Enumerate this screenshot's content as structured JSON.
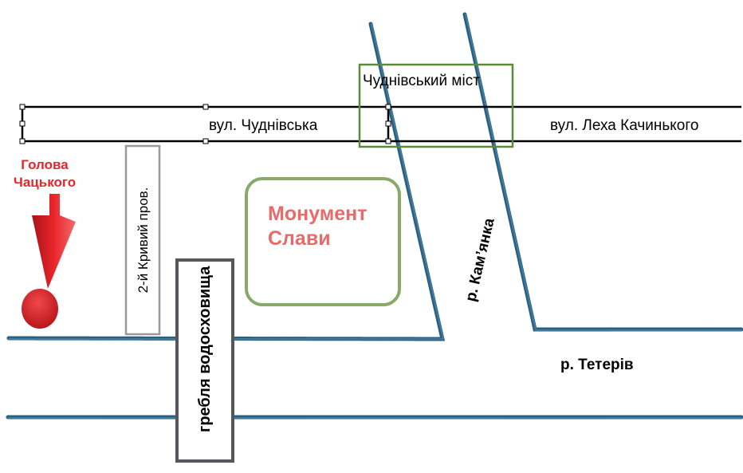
{
  "streets": {
    "chudnivska": "вул. Чуднівська",
    "lekha_kachynkoho": "вул. Леха Качинького",
    "kryvyi_prov": "2-й Кривий пров."
  },
  "bridge": {
    "label": "Чуднівський міст"
  },
  "monument": {
    "label_line1": "Монумент",
    "label_line2": "Слави",
    "text_color": "#e86a6a",
    "border_color": "#8aa86a"
  },
  "head_marker": {
    "label_line1": "Голова",
    "label_line2": "Чацького",
    "color": "#e8252a",
    "icon": "location-pin-icon"
  },
  "dam": {
    "label": "гребля водосховища",
    "border_color": "#55575c"
  },
  "rivers": {
    "kamianka": "р. Кам’янка",
    "teteriv": "р. Тетерів",
    "color": "#2b5f80"
  },
  "colors": {
    "bridge_border": "#5a8a3a",
    "lane_border": "#999999",
    "road": "#000000"
  }
}
